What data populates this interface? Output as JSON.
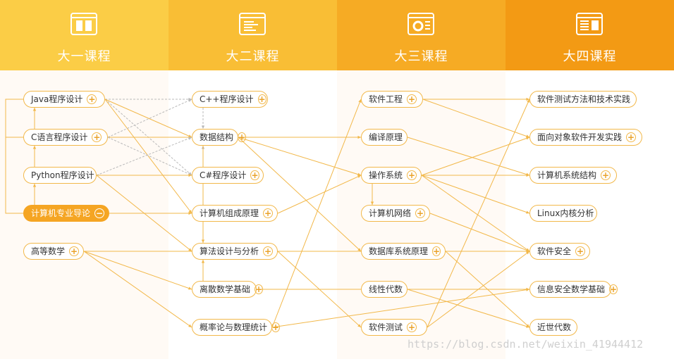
{
  "columns": [
    {
      "title": "大一课程",
      "icon": "book-icon",
      "color": "#fbcd46"
    },
    {
      "title": "大二课程",
      "icon": "code-window-icon",
      "color": "#f9be35"
    },
    {
      "title": "大三课程",
      "icon": "gear-window-icon",
      "color": "#f6ab24"
    },
    {
      "title": "大四课程",
      "icon": "layout-window-icon",
      "color": "#f39a14"
    }
  ],
  "nodes": {
    "java": {
      "label": "Java程序设计",
      "symbol": "+"
    },
    "c": {
      "label": "C语言程序设计",
      "symbol": "+"
    },
    "python": {
      "label": "Python程序设计",
      "symbol": ""
    },
    "intro": {
      "label": "计算机专业导论",
      "symbol": "−"
    },
    "math": {
      "label": "高等数学",
      "symbol": "+"
    },
    "cpp": {
      "label": "C++程序设计",
      "symbol": "+"
    },
    "ds": {
      "label": "数据结构",
      "symbol": "+"
    },
    "csharp": {
      "label": "C#程序设计",
      "symbol": "+"
    },
    "co": {
      "label": "计算机组成原理",
      "symbol": "+"
    },
    "algo": {
      "label": "算法设计与分析",
      "symbol": "+"
    },
    "discrete": {
      "label": "离散数学基础",
      "symbol": "+"
    },
    "prob": {
      "label": "概率论与数理统计",
      "symbol": "+"
    },
    "se": {
      "label": "软件工程",
      "symbol": "+"
    },
    "compiler": {
      "label": "编译原理",
      "symbol": ""
    },
    "os": {
      "label": "操作系统",
      "symbol": "+"
    },
    "net": {
      "label": "计算机网络",
      "symbol": "+"
    },
    "db": {
      "label": "数据库系统原理",
      "symbol": "+"
    },
    "linalg": {
      "label": "线性代数",
      "symbol": ""
    },
    "swtest": {
      "label": "软件测试",
      "symbol": "+"
    },
    "testpractice": {
      "label": "软件测试方法和技术实践",
      "symbol": ""
    },
    "oo": {
      "label": "面向对象软件开发实践",
      "symbol": "+"
    },
    "arch": {
      "label": "计算机系统结构",
      "symbol": "+"
    },
    "linux": {
      "label": "Linux内核分析",
      "symbol": ""
    },
    "security": {
      "label": "软件安全",
      "symbol": "+"
    },
    "infomath": {
      "label": "信息安全数学基础",
      "symbol": "+"
    },
    "algebra": {
      "label": "近世代数",
      "symbol": ""
    }
  },
  "edges": [
    [
      "java",
      "cpp"
    ],
    [
      "java",
      "csharp"
    ],
    [
      "java",
      "ds"
    ],
    [
      "java",
      "co"
    ],
    [
      "c",
      "cpp"
    ],
    [
      "c",
      "ds"
    ],
    [
      "c",
      "csharp"
    ],
    [
      "python",
      "ds"
    ],
    [
      "python",
      "csharp"
    ],
    [
      "python",
      "algo"
    ],
    [
      "intro",
      "java"
    ],
    [
      "intro",
      "c"
    ],
    [
      "intro",
      "python"
    ],
    [
      "intro",
      "co"
    ],
    [
      "math",
      "discrete"
    ],
    [
      "math",
      "prob"
    ],
    [
      "math",
      "security"
    ],
    [
      "cpp",
      "ds"
    ],
    [
      "csharp",
      "ds"
    ],
    [
      "discrete",
      "algo"
    ],
    [
      "ds",
      "compiler"
    ],
    [
      "ds",
      "os"
    ],
    [
      "ds",
      "db"
    ],
    [
      "ds",
      "algo"
    ],
    [
      "co",
      "os"
    ],
    [
      "algo",
      "swtest"
    ],
    [
      "prob",
      "se"
    ],
    [
      "prob",
      "infomath"
    ],
    [
      "se",
      "testpractice"
    ],
    [
      "se",
      "oo"
    ],
    [
      "os",
      "net"
    ],
    [
      "os",
      "arch"
    ],
    [
      "os",
      "linux"
    ],
    [
      "os",
      "security"
    ],
    [
      "os",
      "oo"
    ],
    [
      "compiler",
      "arch"
    ],
    [
      "net",
      "security"
    ],
    [
      "linalg",
      "algebra"
    ],
    [
      "linalg",
      "infomath"
    ],
    [
      "swtest",
      "testpractice"
    ],
    [
      "swtest",
      "security"
    ],
    [
      "discrete",
      "infomath"
    ],
    [
      "db",
      "algebra"
    ]
  ],
  "dashed_edges": [
    [
      "java",
      "cpp"
    ],
    [
      "java",
      "csharp"
    ],
    [
      "c",
      "cpp"
    ],
    [
      "c",
      "csharp"
    ],
    [
      "python",
      "ds"
    ],
    [
      "cpp",
      "ds"
    ],
    [
      "csharp",
      "ds"
    ]
  ],
  "watermark": "https://blog.csdn.net/weixin_41944412",
  "colors": {
    "line": "#f2b84a",
    "dash": "#b9b9b9",
    "accent": "#f5a523"
  }
}
